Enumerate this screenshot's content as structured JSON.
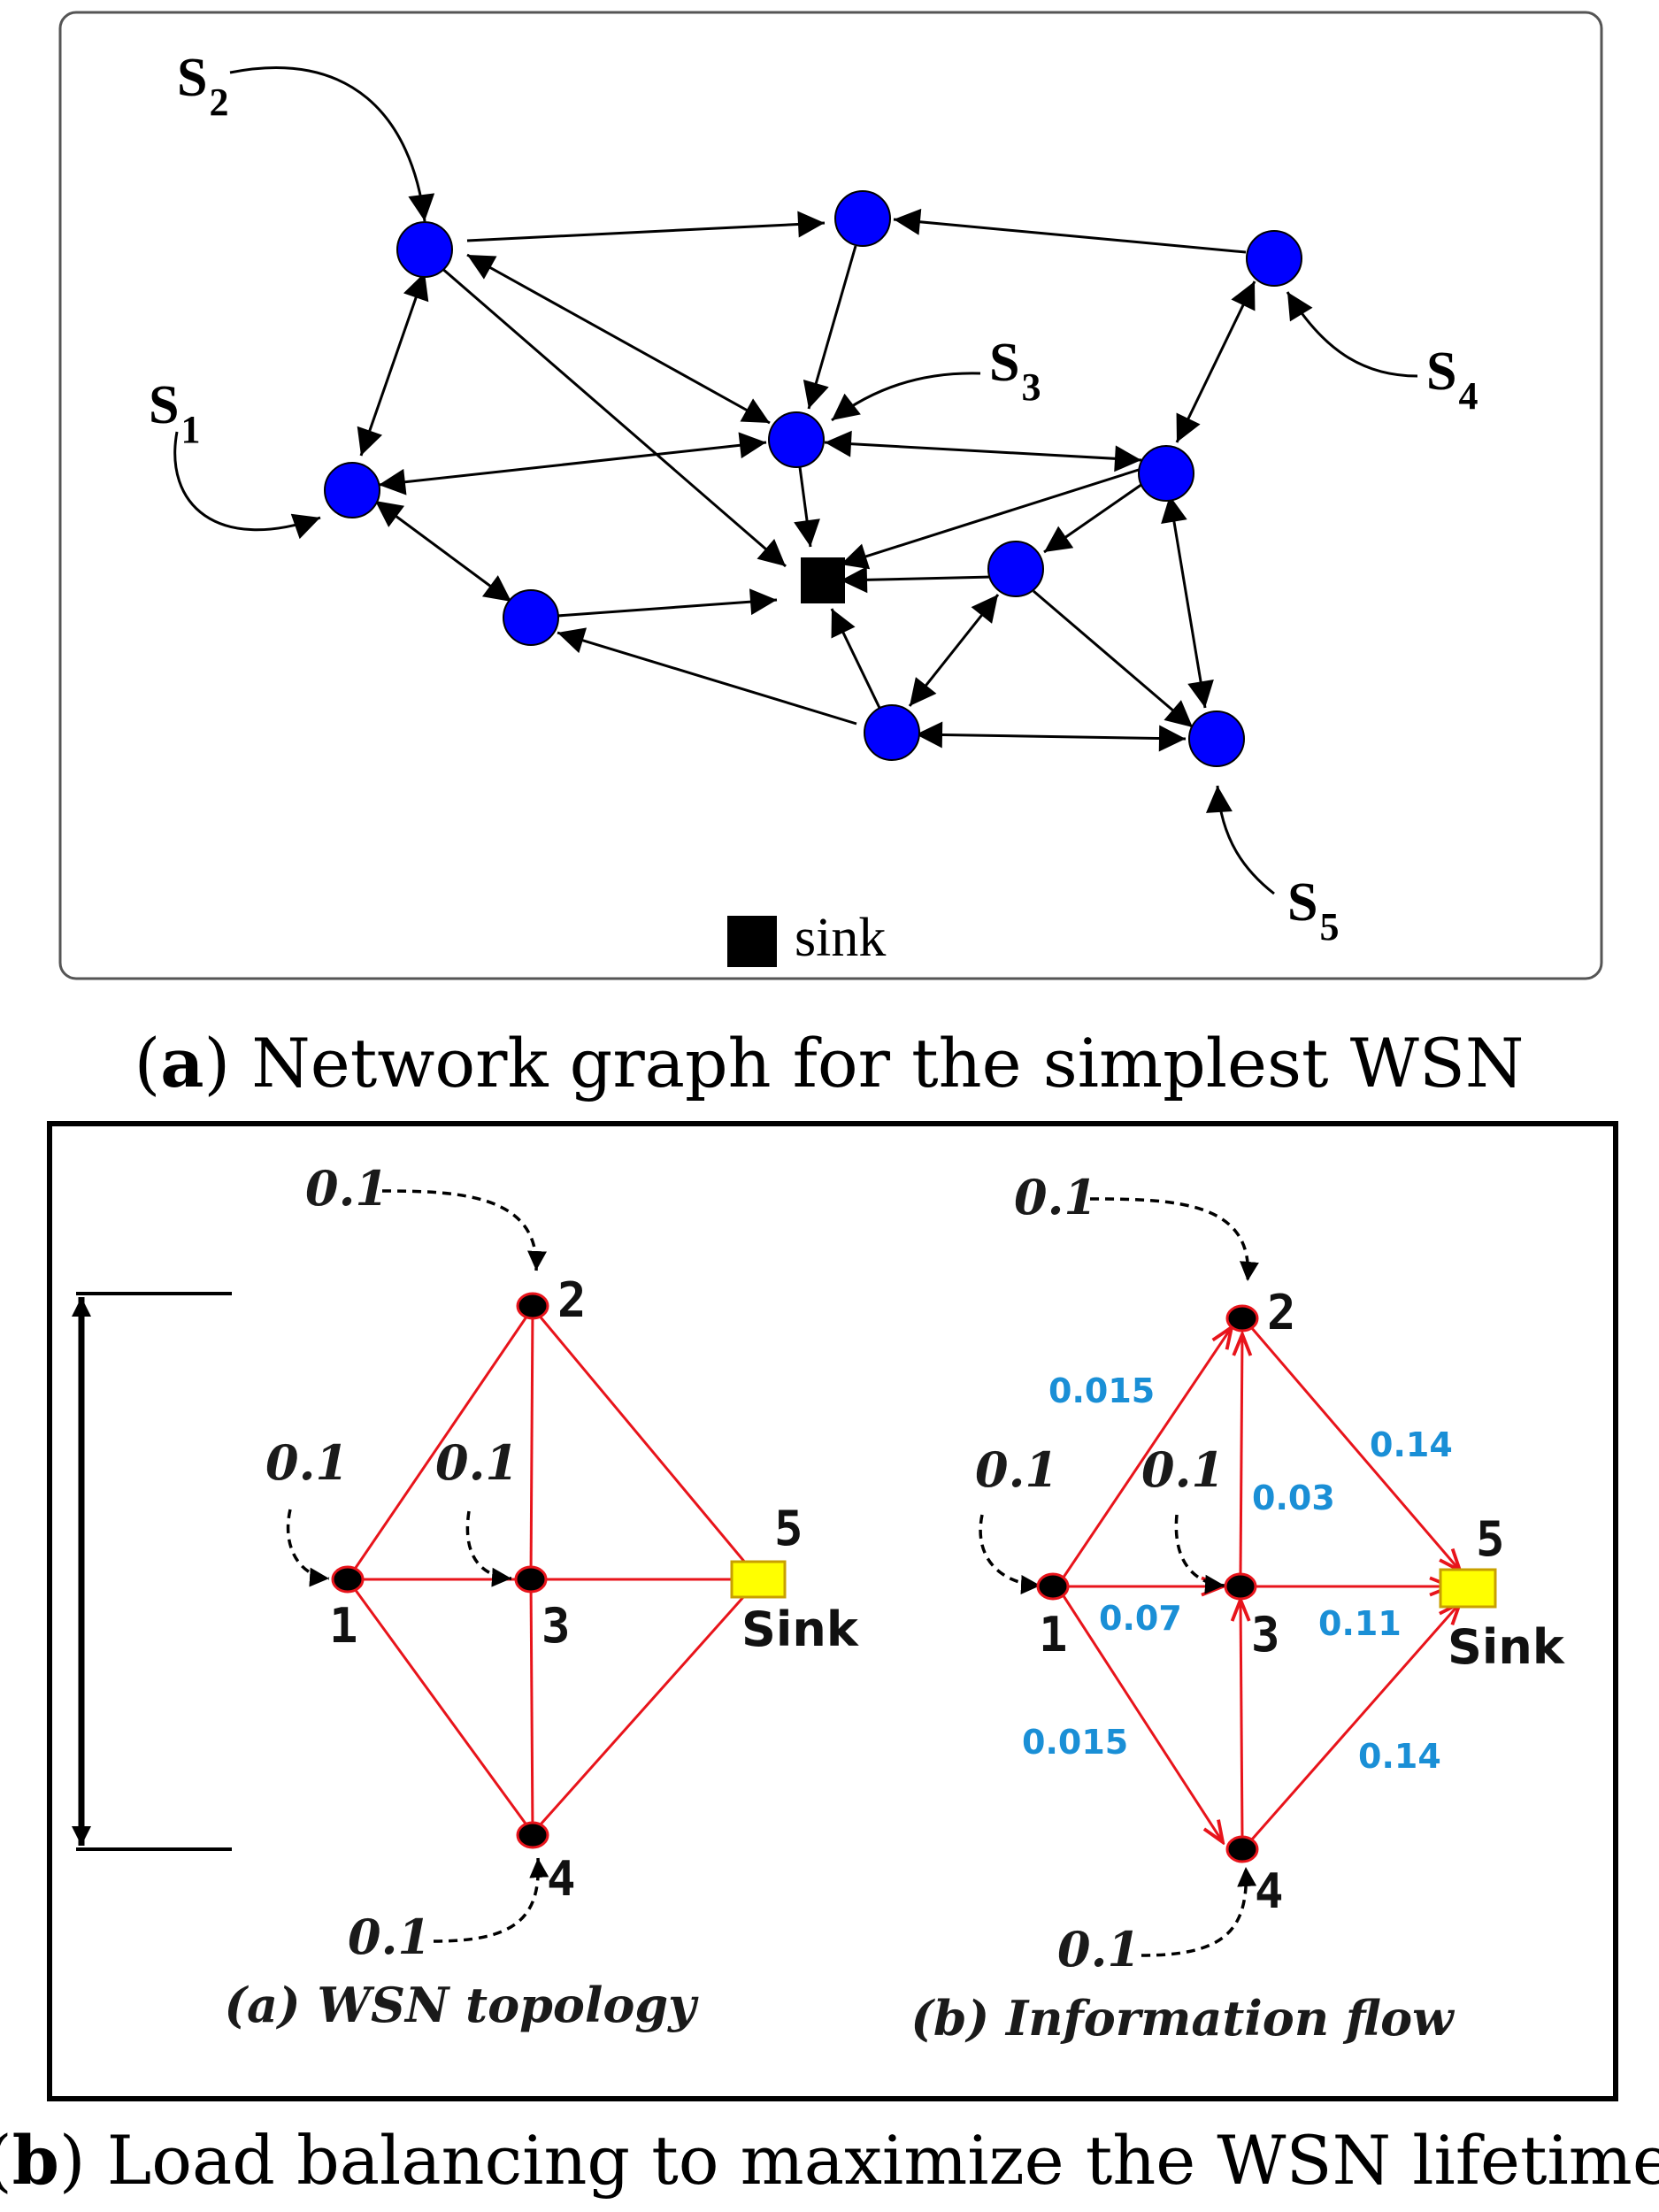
{
  "panel_a": {
    "caption_letter": "a",
    "caption_text": "Network graph for the simplest WSN",
    "sources": [
      {
        "letter": "S",
        "index": "1"
      },
      {
        "letter": "S",
        "index": "2"
      },
      {
        "letter": "S",
        "index": "3"
      },
      {
        "letter": "S",
        "index": "4"
      },
      {
        "letter": "S",
        "index": "5"
      }
    ],
    "legend_label": "sink",
    "colors": {
      "node": "#0000ff",
      "sink": "#000000",
      "edge": "#000000"
    }
  },
  "panel_b": {
    "caption_letter": "b",
    "caption_text": "Load balancing to maximize the WSN lifetime",
    "topology": {
      "subcaption": "(a) WSN topology",
      "inputs": [
        "0.1",
        "0.1",
        "0.1",
        "0.1"
      ],
      "node_labels": [
        "1",
        "2",
        "3",
        "4",
        "5"
      ],
      "sink_label": "Sink"
    },
    "flow": {
      "subcaption": "(b) Information flow",
      "inputs": [
        "0.1",
        "0.1",
        "0.1",
        "0.1"
      ],
      "node_labels": [
        "1",
        "2",
        "3",
        "4",
        "5"
      ],
      "sink_label": "Sink",
      "edge_values": {
        "e12": "0.015",
        "e13": "0.07",
        "e14": "0.015",
        "e32": "0.03",
        "e25": "0.14",
        "e35": "0.11",
        "e45": "0.14"
      }
    },
    "colors": {
      "edge": "#e8141b",
      "node": "#000000",
      "sink": "#ffff00",
      "flow_value": "#1a8fd6"
    }
  }
}
